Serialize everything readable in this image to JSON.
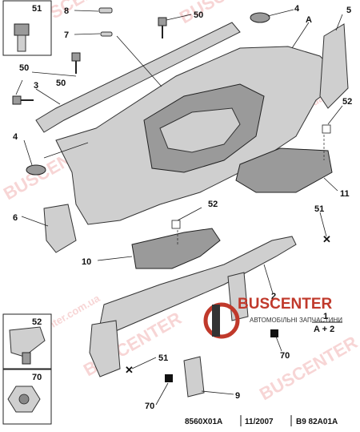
{
  "diagram": {
    "labels": {
      "l8": "8",
      "l7": "7",
      "l50a": "50",
      "l4a": "4",
      "l5": "5",
      "lA": "A",
      "l50b": "50",
      "l3": "3",
      "l50c": "50",
      "l52a": "52",
      "l4b": "4",
      "l11": "11",
      "l6": "6",
      "l52b": "52",
      "l51a": "51",
      "l10": "10",
      "l2": "2",
      "l1": "1",
      "l51b": "51",
      "l70a": "70",
      "l70b": "70",
      "l9": "9",
      "inset51": "51",
      "inset52": "52",
      "inset70": "70"
    },
    "legend": {
      "top": "1",
      "formula": "A + 2"
    },
    "brand": {
      "name": "BUSCENTER",
      "tagline": "АВТОМОБІЛЬНІ ЗАПЧАСТИНИ"
    },
    "footer": {
      "code1": "8560X01A",
      "date": "11/2007",
      "code2": "B9 82A01A"
    },
    "watermarks": [
      "BUSCENTER",
      "BUSCENTER",
      "BUSCENTER",
      "BUSCENTER",
      "BUSCENTER"
    ],
    "wm_urls": [
      "buscenter.com.ua",
      "buscenter.com.ua"
    ]
  }
}
